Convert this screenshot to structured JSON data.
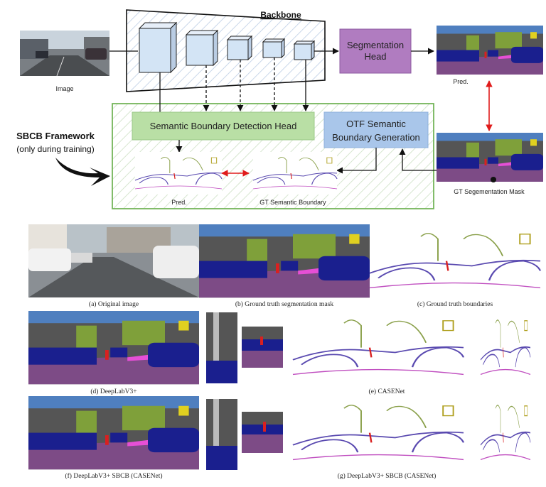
{
  "top": {
    "backbone_title": "Backbone",
    "image_label": "Image",
    "seg_head_line1": "Segmentation",
    "seg_head_line2": "Head",
    "pred_label_right": "Pred.",
    "gt_mask_label": "GT Segementation Mask",
    "sbcb_title": "SBCB Framework",
    "sbcb_subtitle": "(only during training)",
    "sbd_head": "Semantic Boundary Detection Head",
    "otf_line1": "OTF Semantic",
    "otf_line2": "Boundary Generation",
    "pred_label_left": "Pred.",
    "gt_boundary_label": "GT Semantic Boundary"
  },
  "captions": {
    "a": "(a) Original image",
    "b": "(b) Ground truth segmentation mask",
    "c": "(c) Ground truth boundaries",
    "d": "(d) DeepLabV3+",
    "e": "(e) CASENet",
    "f": "(f) DeepLabV3+ SBCB (CASENet)",
    "g": "(g) DeepLabV3+ SBCB (CASENet)"
  },
  "colors": {
    "road": "#7d4b86",
    "car": "#1a1f8e",
    "building": "#555555",
    "vegetation": "#7fa03a",
    "sky": "#4f7fbf",
    "sidewalk": "#e64fd6",
    "person": "#d92020",
    "seg_head_fill": "#b07cc0",
    "sbd_fill": "#b9dfa5",
    "otf_fill": "#a9c6ea",
    "framework_border": "#74b55a",
    "feature_fill": "#d3e4f5",
    "arrow_red": "#e01b1b"
  }
}
